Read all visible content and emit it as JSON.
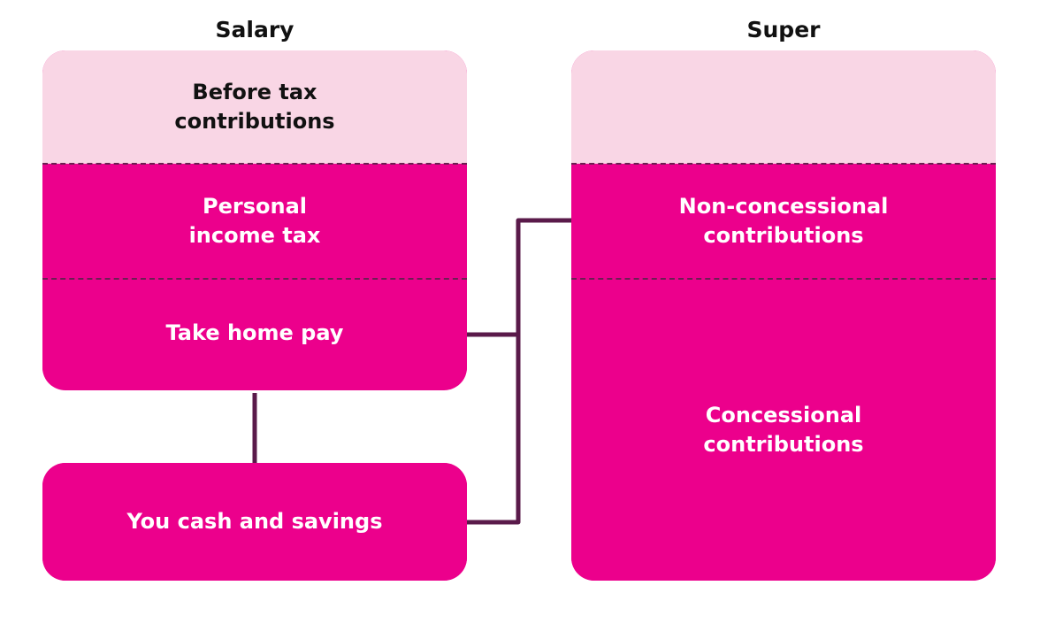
{
  "headings": {
    "salary": "Salary",
    "super": "Super"
  },
  "salary_box": {
    "before_tax": [
      "Before tax",
      "contributions"
    ],
    "income_tax": [
      "Personal",
      "income tax"
    ],
    "take_home": "Take home pay"
  },
  "cash_box": {
    "label": "You cash and savings"
  },
  "super_box": {
    "top": "",
    "non_concessional": [
      "Non-concessional",
      "contributions"
    ],
    "concessional": [
      "Concessional",
      "contributions"
    ]
  },
  "colors": {
    "pink": "#ec008c",
    "light_pink": "#f9d6e5",
    "connector": "#5a1a4a"
  }
}
